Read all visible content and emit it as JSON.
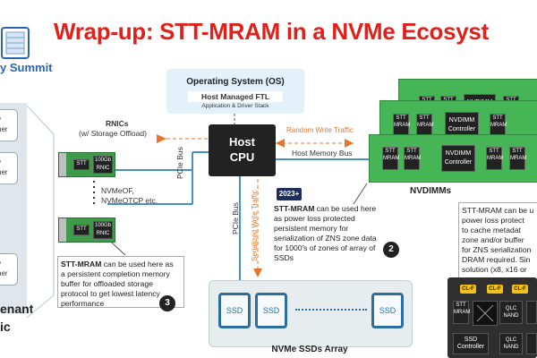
{
  "title": "Wrap-up: STT-MRAM in a NVMe Ecosyst",
  "brand": "y Summit",
  "tenants": [
    "y\nner",
    "y\nner",
    "y\nner"
  ],
  "tenant_footer": "enant\nic",
  "os": {
    "title": "Operating System (OS)",
    "ftl": "Host Managed FTL",
    "stack": "Application & Driver Stack"
  },
  "cpu": {
    "line1": "Host",
    "line2": "CPU"
  },
  "rnics": {
    "label": "RNICs",
    "sub": "(w/ Storage Offload)",
    "card1": "100Gb\nRNIC",
    "card2": "100Gb\nRNIC",
    "chip": "STT",
    "protocols": "NVMeOF,\nNVMeOTCP etc."
  },
  "links": {
    "pcie_bus_left": "PCIe Bus",
    "pcie_bus_bottom": "PCIe Bus",
    "random_write": "Random Write Traffic",
    "host_memory_bus": "Host Memory Bus",
    "serialized_write": "Serialized Write Traffic"
  },
  "badge": "2023+",
  "note2": {
    "bold": "STT-MRAM",
    "text": " can be used here as power loss protected persistent memory for serialization of ZNS zone data for 1000's of zones of array of SSDs",
    "num": "2"
  },
  "note3": {
    "bold": "STT-MRAM",
    "text": " can be used here as a persistent completion memory buffer for offloaded storage protocol to get lowest latency performance",
    "num": "3"
  },
  "note_right": {
    "line1": "STT-MRAM can be u",
    "line2": "power loss protect",
    "line3": "to cache metadat",
    "line4": "zone and/or buffer",
    "line5": "for ZNS serialization",
    "line6": "DRAM required. Sin",
    "line7": "solution (x8, x16 or"
  },
  "nvdimm": {
    "label": "NVDIMMs",
    "chip": "STT\nMRAM",
    "controller": "NVDIMM\nController"
  },
  "ssd_array": {
    "label": "NVMe SSDs Array",
    "ssd": "SSD"
  },
  "ssd_card": {
    "stt": "STT\nMRAM",
    "qlc": "QLC\nNAND",
    "ctrl": "SSD\nController",
    "yellow": [
      "CL-F",
      "CL-F",
      "CL-F"
    ]
  }
}
